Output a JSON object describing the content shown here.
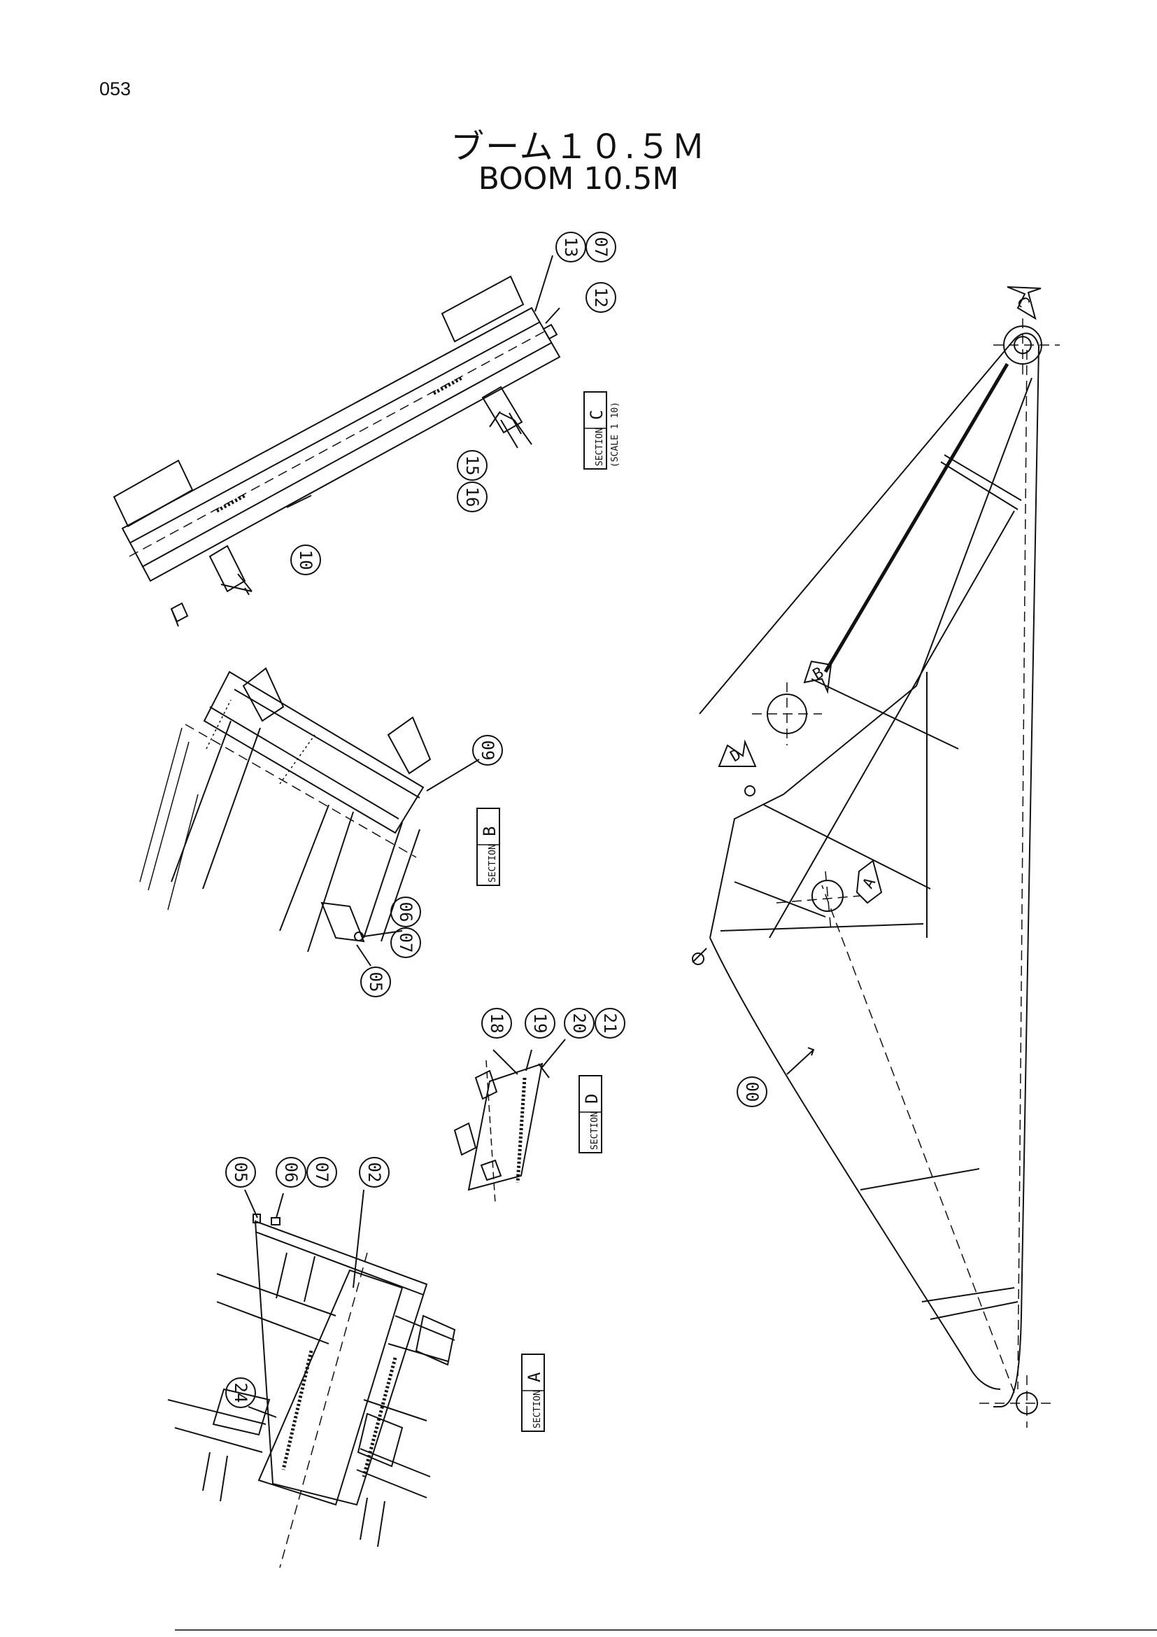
{
  "page_number": "053",
  "title_jp": "ブーム１０.５Ｍ",
  "title_en": "BOOM 10.5M",
  "callouts": [
    "13",
    "07",
    "12",
    "16",
    "15",
    "10",
    "09",
    "06",
    "07",
    "05",
    "18",
    "19",
    "20",
    "21",
    "00",
    "05",
    "06",
    "07",
    "02",
    "24"
  ],
  "section_tags": [
    {
      "mark": "C",
      "label": "SECTION",
      "sublabel": "(SCALE 1 10)"
    },
    {
      "mark": "B",
      "label": "SECTION",
      "sublabel": ""
    },
    {
      "mark": "D",
      "label": "SECTION",
      "sublabel": ""
    },
    {
      "mark": "A",
      "label": "SECTION",
      "sublabel": ""
    }
  ],
  "view_arrows": [
    "C",
    "B",
    "D",
    "A"
  ]
}
